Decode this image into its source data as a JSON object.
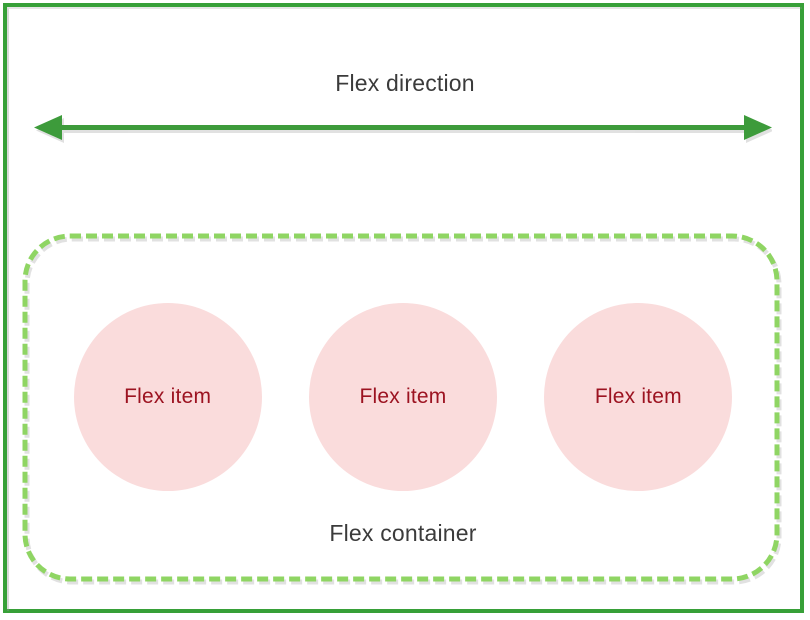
{
  "diagram": {
    "title": "Flex direction",
    "direction_arrow": {
      "icon": "double-headed-horizontal-arrow-icon",
      "color": "#3d9b3b",
      "orientation": "horizontal",
      "heads": "both"
    },
    "container": {
      "label": "Flex container",
      "border_style": "dashed",
      "border_color": "#8fd563",
      "corner_radius": "45"
    },
    "items": [
      {
        "label": "Flex item"
      },
      {
        "label": "Flex item"
      },
      {
        "label": "Flex item"
      }
    ],
    "colors": {
      "frame_green": "#37a038",
      "arrow_green": "#3d9b3b",
      "dashed_green": "#8fd563",
      "item_fill": "#fadcdc",
      "item_text": "#9c1321",
      "label_text": "#3b3b3b",
      "shadow_gray": "#bdbdbd",
      "background": "#ffffff"
    }
  }
}
